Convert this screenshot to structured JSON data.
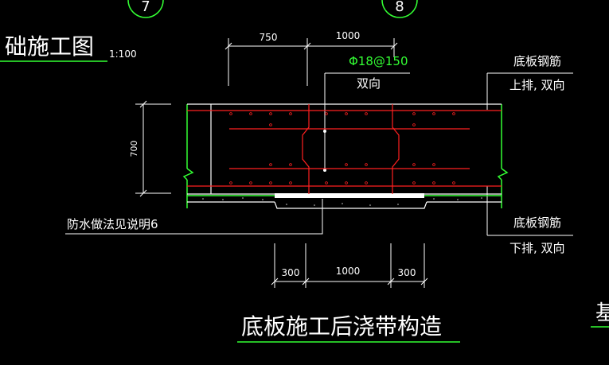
{
  "grid_bubbles": [
    "7",
    "8"
  ],
  "drawing": {
    "title_left": "础施工图",
    "scale": "1:100",
    "section_title": "底板施工后浇带构造",
    "right_edge_glyph": "基"
  },
  "dimensions": {
    "top": [
      "750",
      "1000"
    ],
    "bottom": [
      "300",
      "1000",
      "300"
    ],
    "height": "700"
  },
  "callouts": {
    "rebar_spec": "Φ18@150",
    "rebar_direction": "双向",
    "top_rebar_title": "底板钢筋",
    "top_rebar_detail": "上排, 双向",
    "bottom_rebar_title": "底板钢筋",
    "bottom_rebar_detail": "下排, 双向",
    "waterproof_note": "防水做法见说明6"
  },
  "colors": {
    "background": "#000000",
    "lines": "#ffffff",
    "rebar": "#ff2020",
    "concrete_outline": "#33ff33",
    "dim_text": "#ffffff"
  }
}
